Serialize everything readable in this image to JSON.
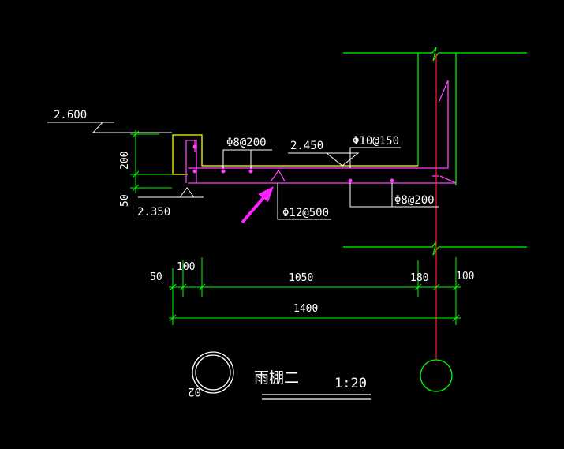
{
  "colors": {
    "background": "#000000",
    "outline": "#ffff00",
    "rebar": "#ff40ff",
    "leader": "#ffffff",
    "dimension": "#00ff00",
    "axis": "#ff2020",
    "arrow": "#ff20ff",
    "text": "#ffffff"
  },
  "drawing": {
    "title": "雨棚二",
    "scale": "1:20",
    "detail_number": "02"
  },
  "elevations": {
    "top_level": "2.600",
    "slab_level": "2.450",
    "bottom_level": "2.350"
  },
  "rebar_labels": {
    "top_left": "Φ8@200",
    "top_right": "Φ10@150",
    "bottom_right": "Φ8@200",
    "bottom_mid": "Φ12@500"
  },
  "vertical_dims": {
    "upper": "200",
    "lower": "50"
  },
  "horizontal_dims": {
    "seg1": "50",
    "seg2": "100",
    "seg3": "1050",
    "seg4": "180",
    "seg5": "100",
    "total": "1400"
  }
}
